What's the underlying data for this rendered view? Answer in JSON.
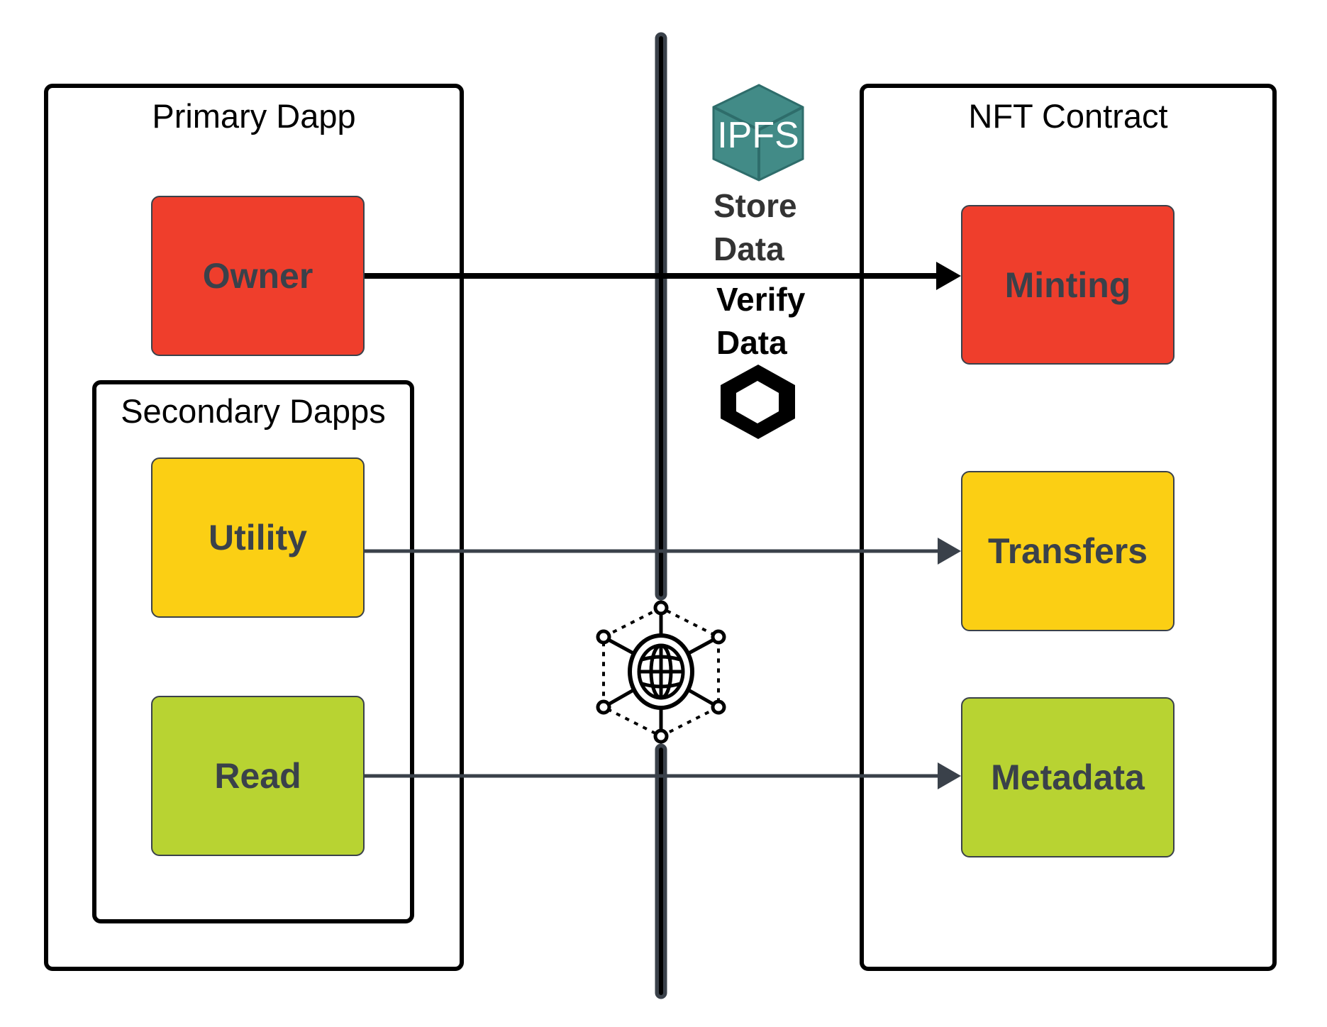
{
  "containers": {
    "primary": {
      "title": "Primary Dapp"
    },
    "secondary": {
      "title": "Secondary Dapps"
    },
    "nft": {
      "title": "NFT Contract"
    }
  },
  "nodes": {
    "owner": {
      "label": "Owner",
      "color": "#ef3e2c"
    },
    "utility": {
      "label": "Utility",
      "color": "#fbcf14"
    },
    "read": {
      "label": "Read",
      "color": "#b8d332"
    },
    "minting": {
      "label": "Minting",
      "color": "#ef3e2c"
    },
    "transfers": {
      "label": "Transfers",
      "color": "#fbcf14"
    },
    "metadata": {
      "label": "Metadata",
      "color": "#b8d332"
    }
  },
  "connections": [
    {
      "from": "Owner",
      "to": "Minting",
      "style": "thick-black"
    },
    {
      "from": "Utility",
      "to": "Transfers",
      "style": "slate"
    },
    {
      "from": "Read",
      "to": "Metadata",
      "style": "slate"
    }
  ],
  "middle": {
    "ipfs_icon_text": "IPFS",
    "store_label_line1": "Store",
    "store_label_line2": "Data",
    "verify_label_line1": "Verify",
    "verify_label_line2": "Data",
    "icons": [
      "ipfs-logo-icon",
      "chainlink-hexagon-icon",
      "network-globe-icon"
    ]
  },
  "colors": {
    "border": "#000000",
    "node_text": "#3a414a",
    "divider": "#3a414a",
    "ipfs_teal": "#428b87"
  }
}
